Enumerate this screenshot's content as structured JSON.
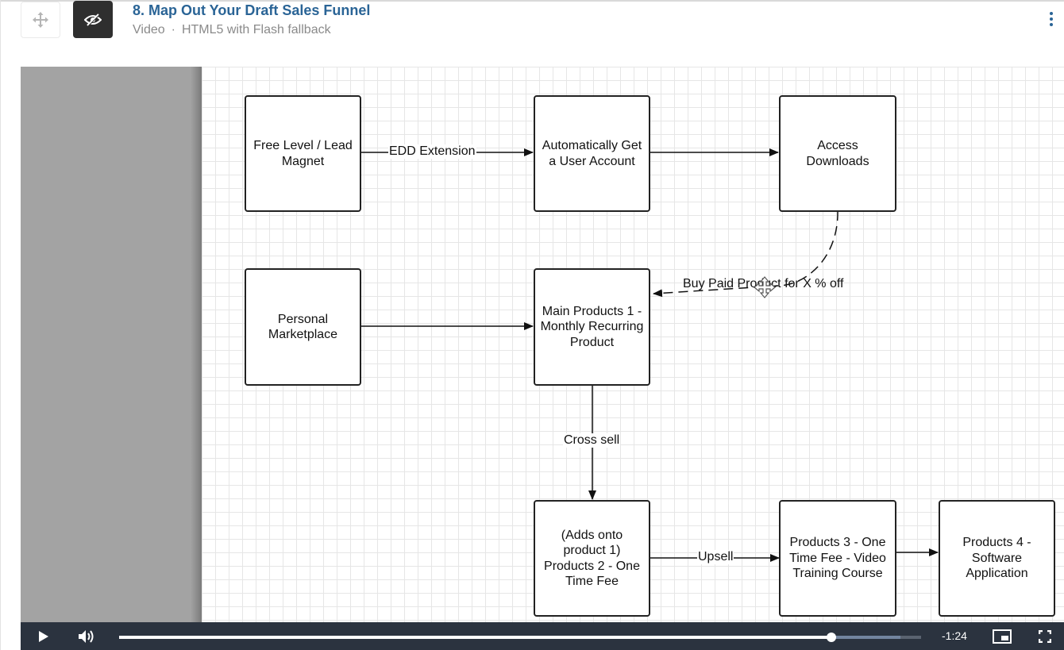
{
  "lesson": {
    "title": "8. Map Out Your Draft Sales Funnel",
    "type": "Video",
    "separator": "·",
    "format": "HTML5 with Flash fallback"
  },
  "icons": {
    "drag": "move-icon",
    "visibility": "eye-slash-icon",
    "menu": "kebab-menu-icon"
  },
  "diagram": {
    "boxes": {
      "free_level": "Free Level / Lead Magnet",
      "auto_account": "Automatically Get a User Account",
      "access_downloads": "Access Downloads",
      "personal_marketplace": "Personal Marketplace",
      "main_products": "Main Products 1 - Monthly Recurring Product",
      "products_2": "(Adds onto product 1) Products 2 - One Time Fee",
      "products_3": "Products 3 - One Time Fee - Video Training Course",
      "products_4": "Products 4 - Software Application"
    },
    "edges": {
      "edd_extension": "EDD Extension",
      "buy_paid": "Buy Paid Product for X % off",
      "cross_sell": "Cross sell",
      "upsell": "Upsell"
    }
  },
  "player": {
    "time_remaining": "-1:24",
    "progress_played": 0.888,
    "progress_loaded": 0.974,
    "colors": {
      "control_bar": "#2b333f",
      "accent": "#2a6496"
    }
  }
}
